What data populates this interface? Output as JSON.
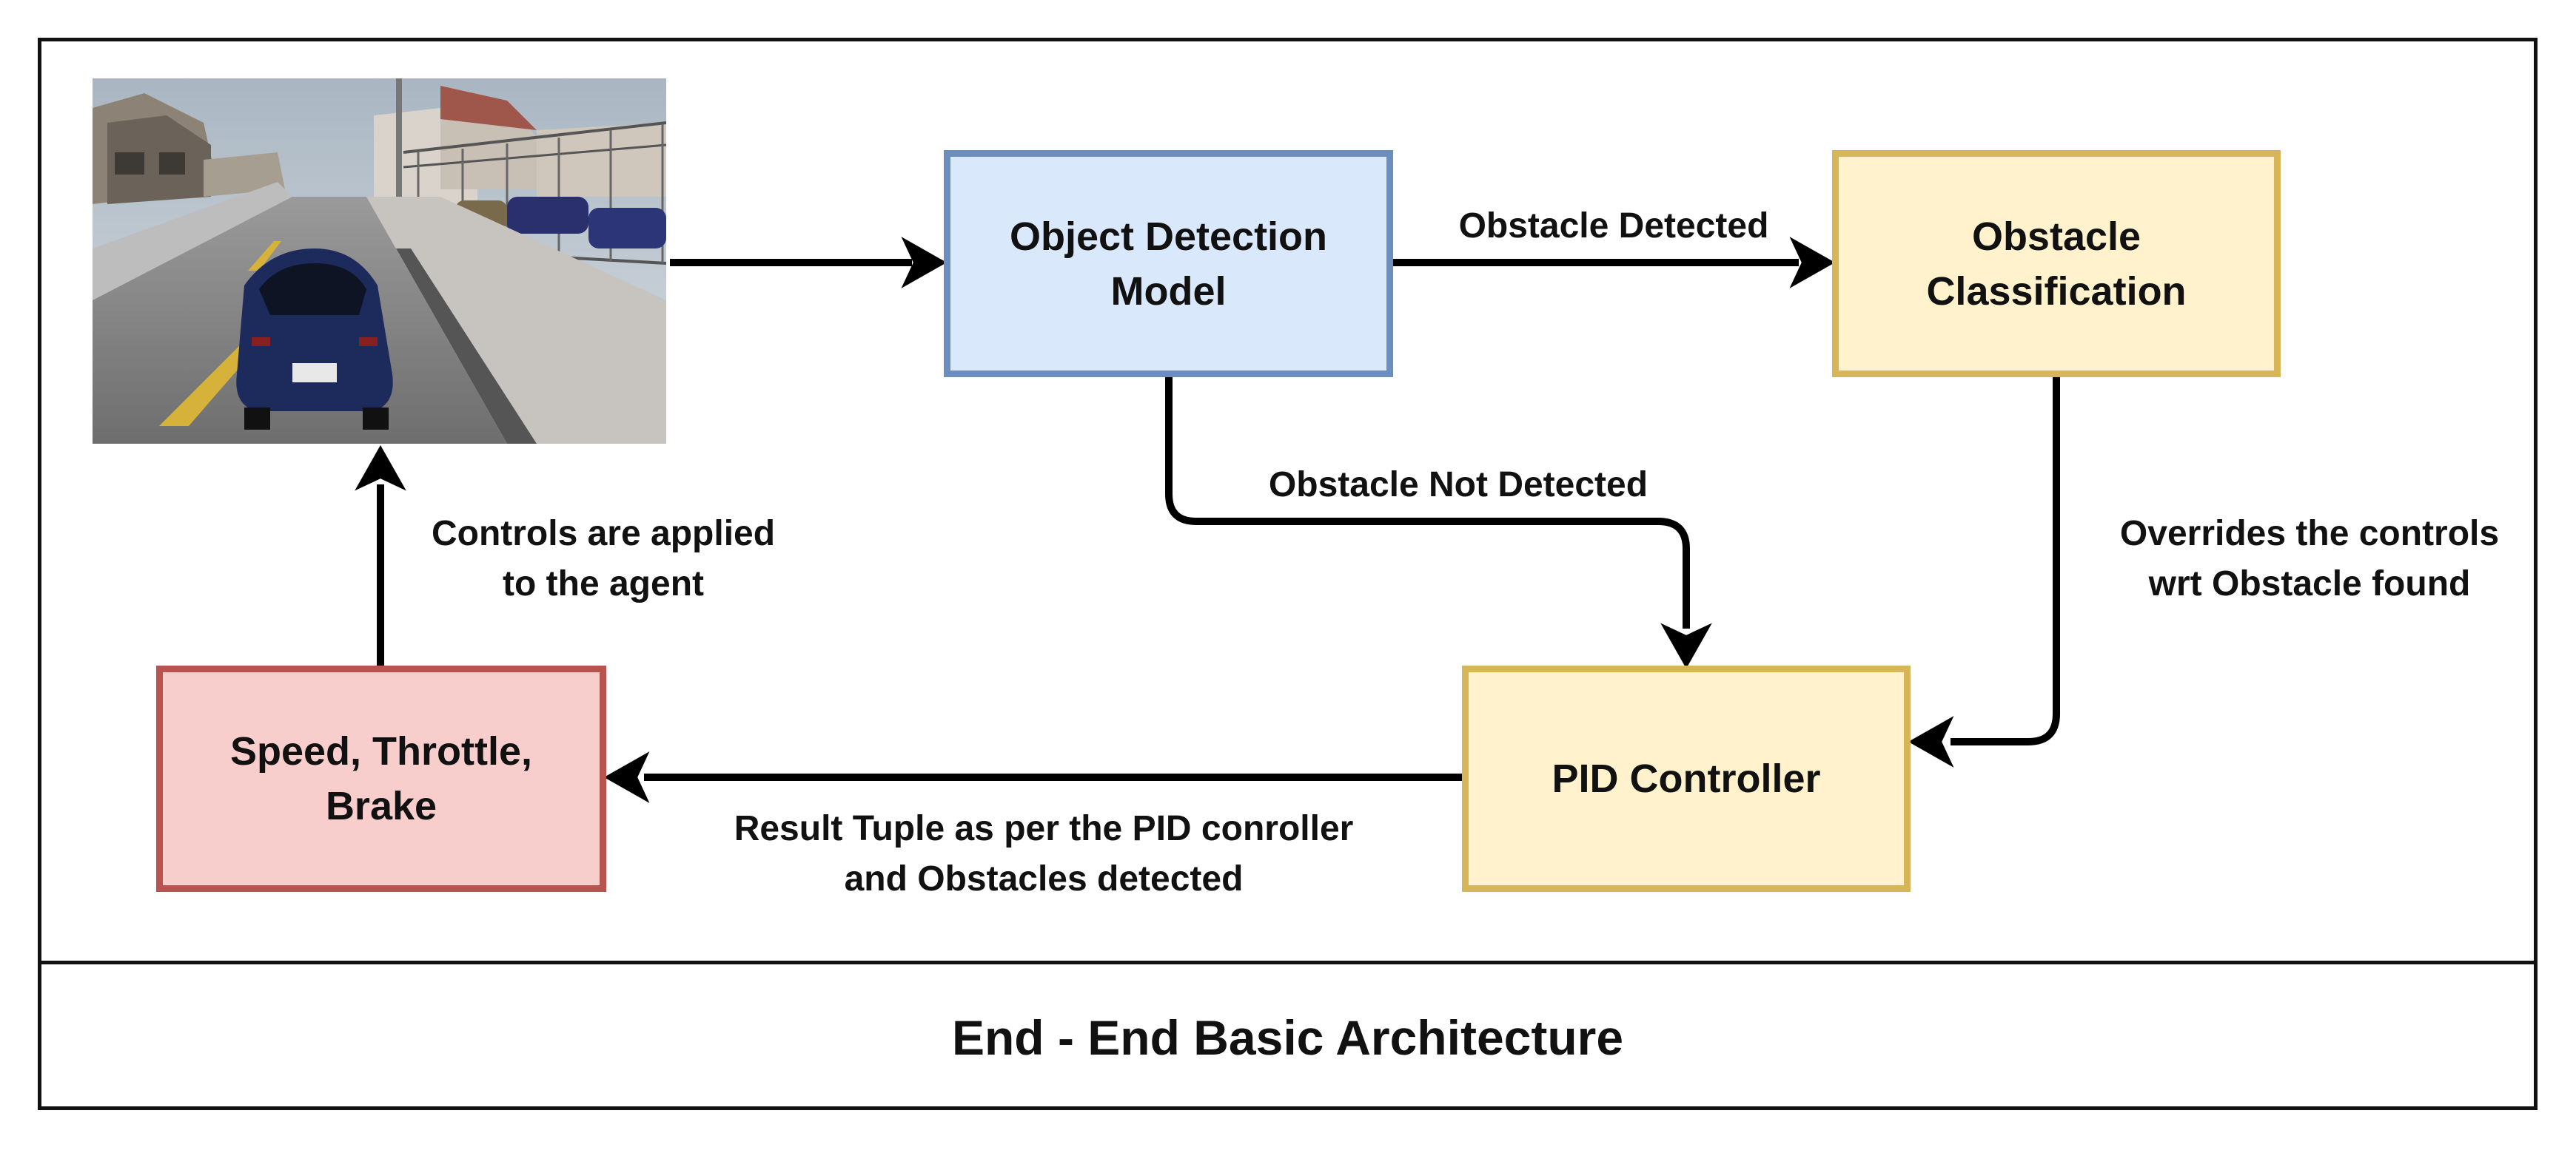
{
  "diagram": {
    "colors": {
      "blue_fill": "#dae8fc",
      "blue_stroke": "#6c8ebf",
      "yellow_fill": "#fff2cc",
      "yellow_stroke": "#d6b656",
      "red_fill": "#f8cecc",
      "red_stroke": "#b85450",
      "line": "#000000"
    },
    "nodes": {
      "object_detection": "Object Detection\nModel",
      "obstacle_classification": "Obstacle\nClassification",
      "pid_controller": "PID Controller",
      "speed_throttle_brake": "Speed, Throttle,\nBrake"
    },
    "edges": {
      "obstacle_detected": "Obstacle Detected",
      "obstacle_not_detected": "Obstacle Not Detected",
      "overrides_controls": "Overrides the controls\nwrt Obstacle found",
      "result_tuple": "Result Tuple as per the PID conroller\nand Obstacles detected",
      "controls_applied": "Controls are applied\nto the agent"
    },
    "caption": "End - End Basic Architecture"
  }
}
